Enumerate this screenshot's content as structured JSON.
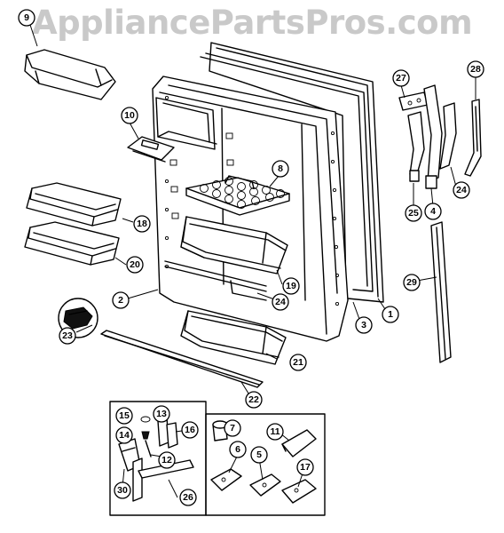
{
  "watermark": "AppliancePartsPros.com",
  "parts": {
    "p1": "1",
    "p2": "2",
    "p3": "3",
    "p4": "4",
    "p5": "5",
    "p6": "6",
    "p7": "7",
    "p8": "8",
    "p9": "9",
    "p10": "10",
    "p11": "11",
    "p12": "12",
    "p13": "13",
    "p14": "14",
    "p15": "15",
    "p16": "16",
    "p17": "17",
    "p18": "18",
    "p19": "19",
    "p20": "20",
    "p21": "21",
    "p22": "22",
    "p23": "23",
    "p24a": "24",
    "p24b": "24",
    "p25": "25",
    "p26": "26",
    "p27": "27",
    "p28": "28",
    "p29": "29",
    "p30": "30"
  }
}
